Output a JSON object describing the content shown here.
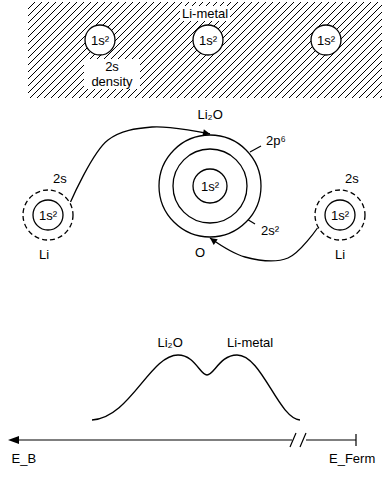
{
  "diagram": {
    "nodes": [
      {
        "text": [
          "Li-metal",
          "2s density"
        ]
      },
      {
        "text": [
          "1s²"
        ],
        "in": 0
      },
      {
        "text": [
          "1s²"
        ],
        "in": 0
      },
      {
        "text": [
          "1s²"
        ],
        "in": 0
      },
      {
        "text": [
          "2s",
          "Li"
        ]
      },
      {
        "text": [
          "1s²"
        ],
        "in": 4
      },
      {
        "text": [
          "2p⁶"
        ]
      },
      {
        "text": [
          "2s²"
        ],
        "in": 6
      },
      {
        "text": [
          "1s²"
        ],
        "in": 7
      },
      {
        "text": [
          "2s",
          "Li"
        ]
      },
      {
        "text": [
          "1s²"
        ],
        "in": 9
      }
    ],
    "edges": [
      {
        "from": 4,
        "to": 6,
        "arrow": "to"
      },
      {
        "from": 9,
        "to": 6,
        "arrow": "to"
      }
    ],
    "labels": [
      "Li₂O",
      "O",
      "Li₂O",
      "Li-metal",
      "E_B",
      "E_Ferm"
    ]
  }
}
